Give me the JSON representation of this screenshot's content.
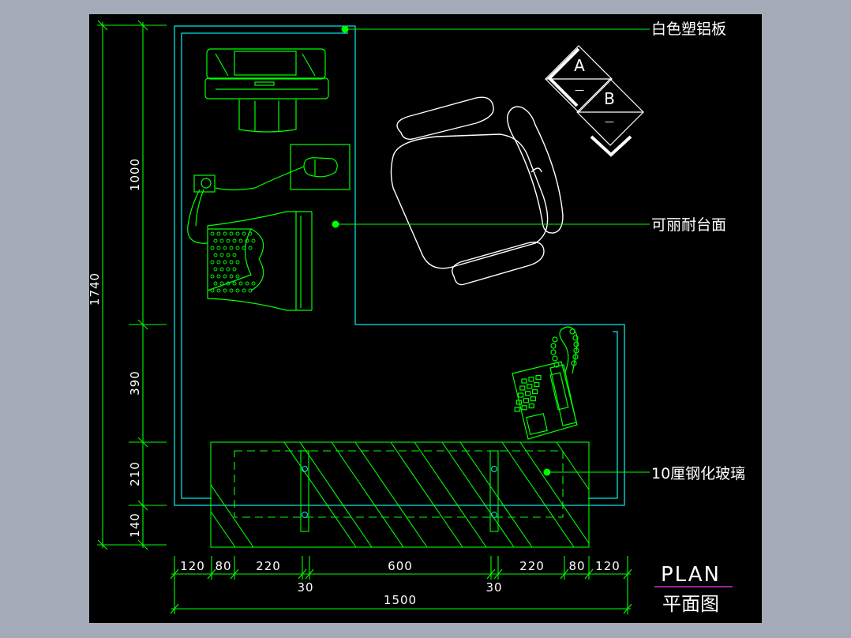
{
  "colors": {
    "background": "#000000",
    "frame": "#a4aab8",
    "outline": "#00e5e5",
    "furniture": "#00ff00",
    "chair": "#ffffff",
    "text": "#ffffff",
    "title_underline": "#cc33cc"
  },
  "callouts": {
    "top": "白色塑铝板",
    "middle": "可丽耐台面",
    "bottom": "10厘钢化玻璃"
  },
  "section_marker": {
    "a": "A",
    "b": "B",
    "a_sub": "—",
    "b_sub": "—"
  },
  "title": {
    "en": "PLAN",
    "cn": "平面图"
  },
  "dims_vertical": {
    "total": "1740",
    "d1": "1000",
    "d2": "390",
    "d3": "210",
    "d4": "140"
  },
  "dims_horizontal": {
    "h1": "120",
    "h2": "80",
    "h3": "220",
    "h4": "600",
    "h5": "220",
    "h6": "80",
    "h7": "120",
    "s1": "30",
    "s2": "30",
    "total": "1500"
  },
  "icons": [
    "computer-monitor-icon",
    "keyboard-icon",
    "mouse-icon",
    "power-socket-icon",
    "printer-icon",
    "office-chair-icon",
    "telephone-icon",
    "glass-panel-icon"
  ]
}
